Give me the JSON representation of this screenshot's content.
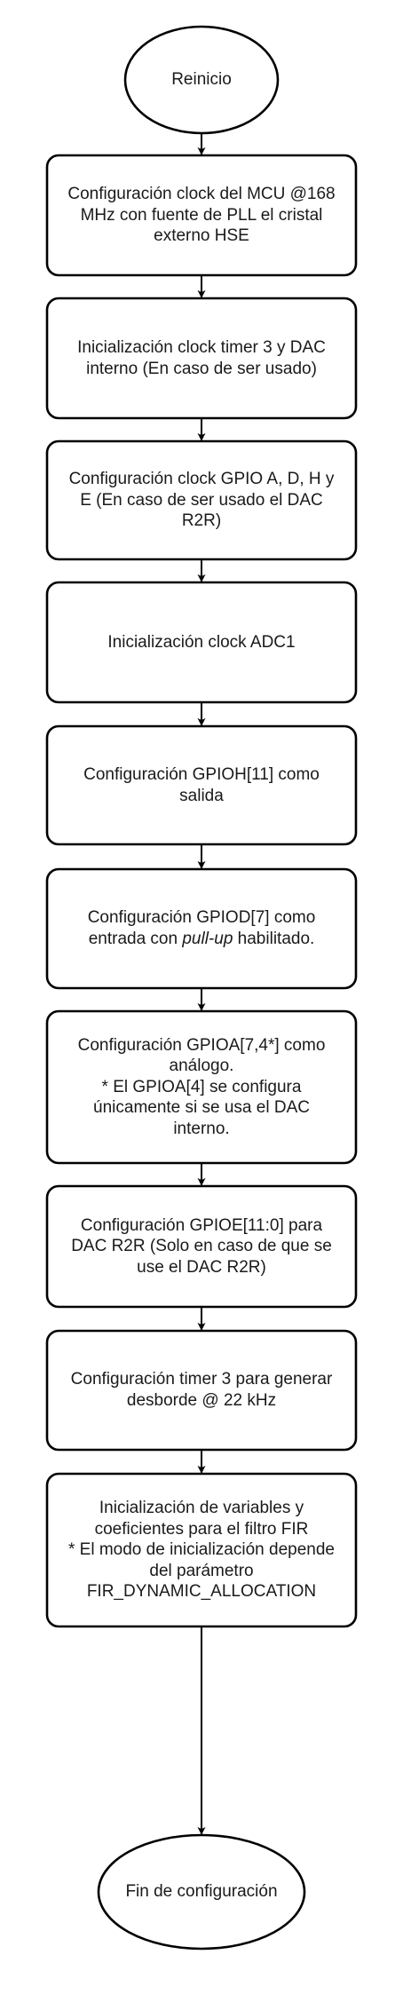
{
  "diagram": {
    "type": "flowchart",
    "colors": {
      "stroke": "#000000",
      "fill": "#ffffff",
      "text": "#1a1a1a"
    },
    "start": {
      "label": "Reinicio"
    },
    "steps": [
      {
        "lines": [
          "Configuración clock del MCU @168",
          "MHz con fuente de PLL el cristal",
          "externo HSE"
        ]
      },
      {
        "lines": [
          "Inicialización clock timer 3 y DAC",
          "interno (En caso de ser usado)"
        ]
      },
      {
        "lines": [
          "Configuración clock GPIO A, D, H y",
          "E (En caso de ser usado el DAC",
          "R2R)"
        ]
      },
      {
        "lines": [
          "Inicialización clock ADC1"
        ]
      },
      {
        "lines": [
          "Configuración GPIOH[11] como",
          "salida"
        ]
      },
      {
        "lines": [
          "Configuración GPIOD[7] como"
        ],
        "line2": {
          "pre": "entrada con ",
          "em": "pull-up",
          "post": " habilitado."
        }
      },
      {
        "lines": [
          "Configuración GPIOA[7,4*] como",
          "análogo.",
          "* El GPIOA[4] se configura",
          "únicamente si se usa el DAC",
          "interno."
        ]
      },
      {
        "lines": [
          "Configuración GPIOE[11:0] para",
          "DAC R2R (Solo en caso de que se",
          "use el DAC R2R)"
        ]
      },
      {
        "lines": [
          "Configuración timer 3 para generar",
          "desborde @ 22 kHz"
        ]
      },
      {
        "lines": [
          "Inicialización de variables y",
          "coeficientes para el filtro FIR",
          "* El modo de inicialización depende",
          "del parámetro",
          "FIR_DYNAMIC_ALLOCATION"
        ]
      }
    ],
    "end": {
      "label": "Fin de configuración"
    }
  }
}
